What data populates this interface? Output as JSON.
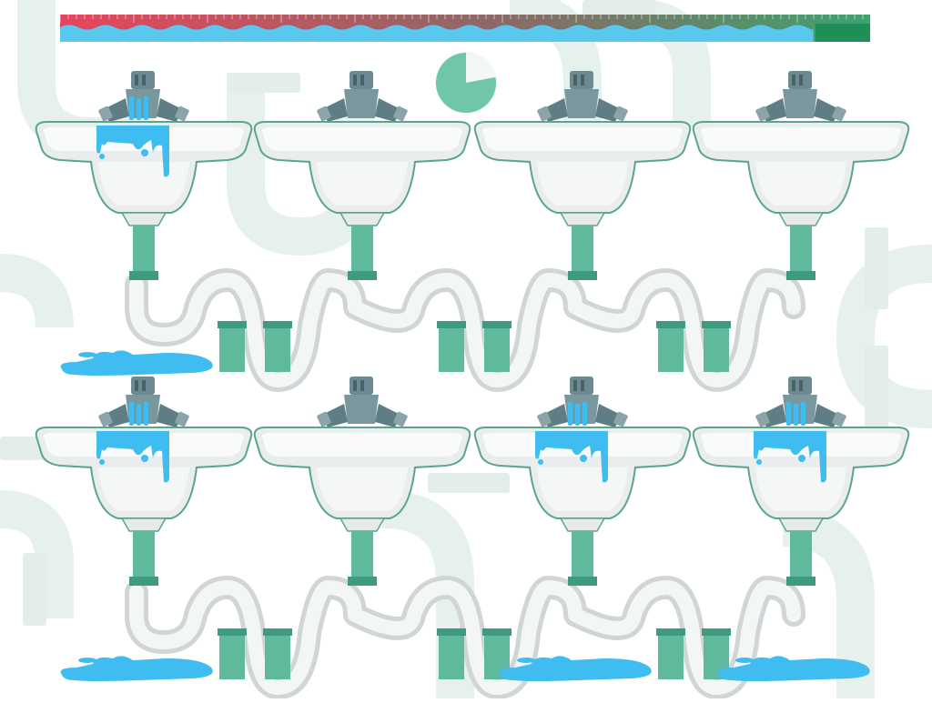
{
  "colors": {
    "water": "#3fbdf0",
    "pipe_teal": "#5fb99d",
    "pipe_dark": "#3e9b80",
    "pipe_white": "#eef1f0",
    "faucet": "#6d8a92",
    "background_pipes": "#e5efec"
  },
  "meter": {
    "water_level": 0.93,
    "gradient": [
      "#e8455d",
      "#3da36e"
    ],
    "icon": "water-level-meter"
  },
  "timer": {
    "remaining_fraction": 0.78,
    "color": "#6fc6a8",
    "icon": "pie-timer"
  },
  "sinks": [
    {
      "row": 1,
      "col": 1,
      "faucet_running": true,
      "overflowing": true,
      "puddle": true
    },
    {
      "row": 1,
      "col": 2,
      "faucet_running": false,
      "overflowing": false,
      "puddle": false
    },
    {
      "row": 1,
      "col": 3,
      "faucet_running": false,
      "overflowing": false,
      "puddle": false
    },
    {
      "row": 1,
      "col": 4,
      "faucet_running": false,
      "overflowing": false,
      "puddle": false
    },
    {
      "row": 2,
      "col": 1,
      "faucet_running": true,
      "overflowing": true,
      "puddle": true
    },
    {
      "row": 2,
      "col": 2,
      "faucet_running": false,
      "overflowing": false,
      "puddle": false
    },
    {
      "row": 2,
      "col": 3,
      "faucet_running": true,
      "overflowing": true,
      "puddle": true
    },
    {
      "row": 2,
      "col": 4,
      "faucet_running": true,
      "overflowing": true,
      "puddle": true
    }
  ]
}
